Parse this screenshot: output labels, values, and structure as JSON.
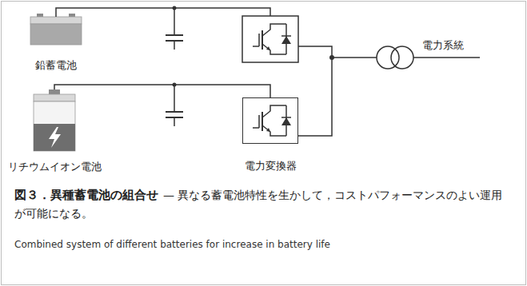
{
  "diagram": {
    "title": "図３．異種蓄電池の組合せ",
    "caption": "— 異なる蓄電池特性を生かして，コストパフォーマンスのよい運用が可能になる。",
    "nodes": [
      {
        "text": [
          "鉛蓄電池"
        ]
      },
      {
        "text": [
          "リチウムイオン電池"
        ]
      },
      {
        "text": [
          "電力変換器"
        ]
      }
    ],
    "edges": [
      {
        "from": 1,
        "to": 2,
        "arrow": "none"
      }
    ],
    "labels": [
      "電力系統",
      "Combined system of different batteries for increase in battery life"
    ]
  }
}
